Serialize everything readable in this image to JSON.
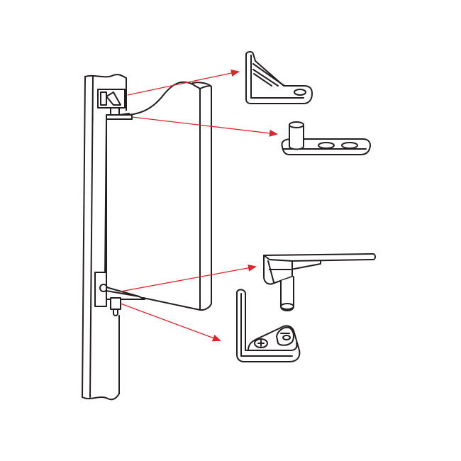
{
  "diagram": {
    "colors": {
      "outline": "#231f20",
      "arrow": "#e3222b",
      "background": "#ffffff"
    },
    "parts": [
      {
        "id": "top-pivot-bracket",
        "icon": "corner-bracket-with-hole"
      },
      {
        "id": "top-pivot-pin-plate",
        "icon": "pin-on-two-hole-plate"
      },
      {
        "id": "bottom-pivot-arm",
        "icon": "arm-with-pin"
      },
      {
        "id": "bottom-pivot-bracket",
        "icon": "corner-bracket-with-screw"
      }
    ]
  }
}
